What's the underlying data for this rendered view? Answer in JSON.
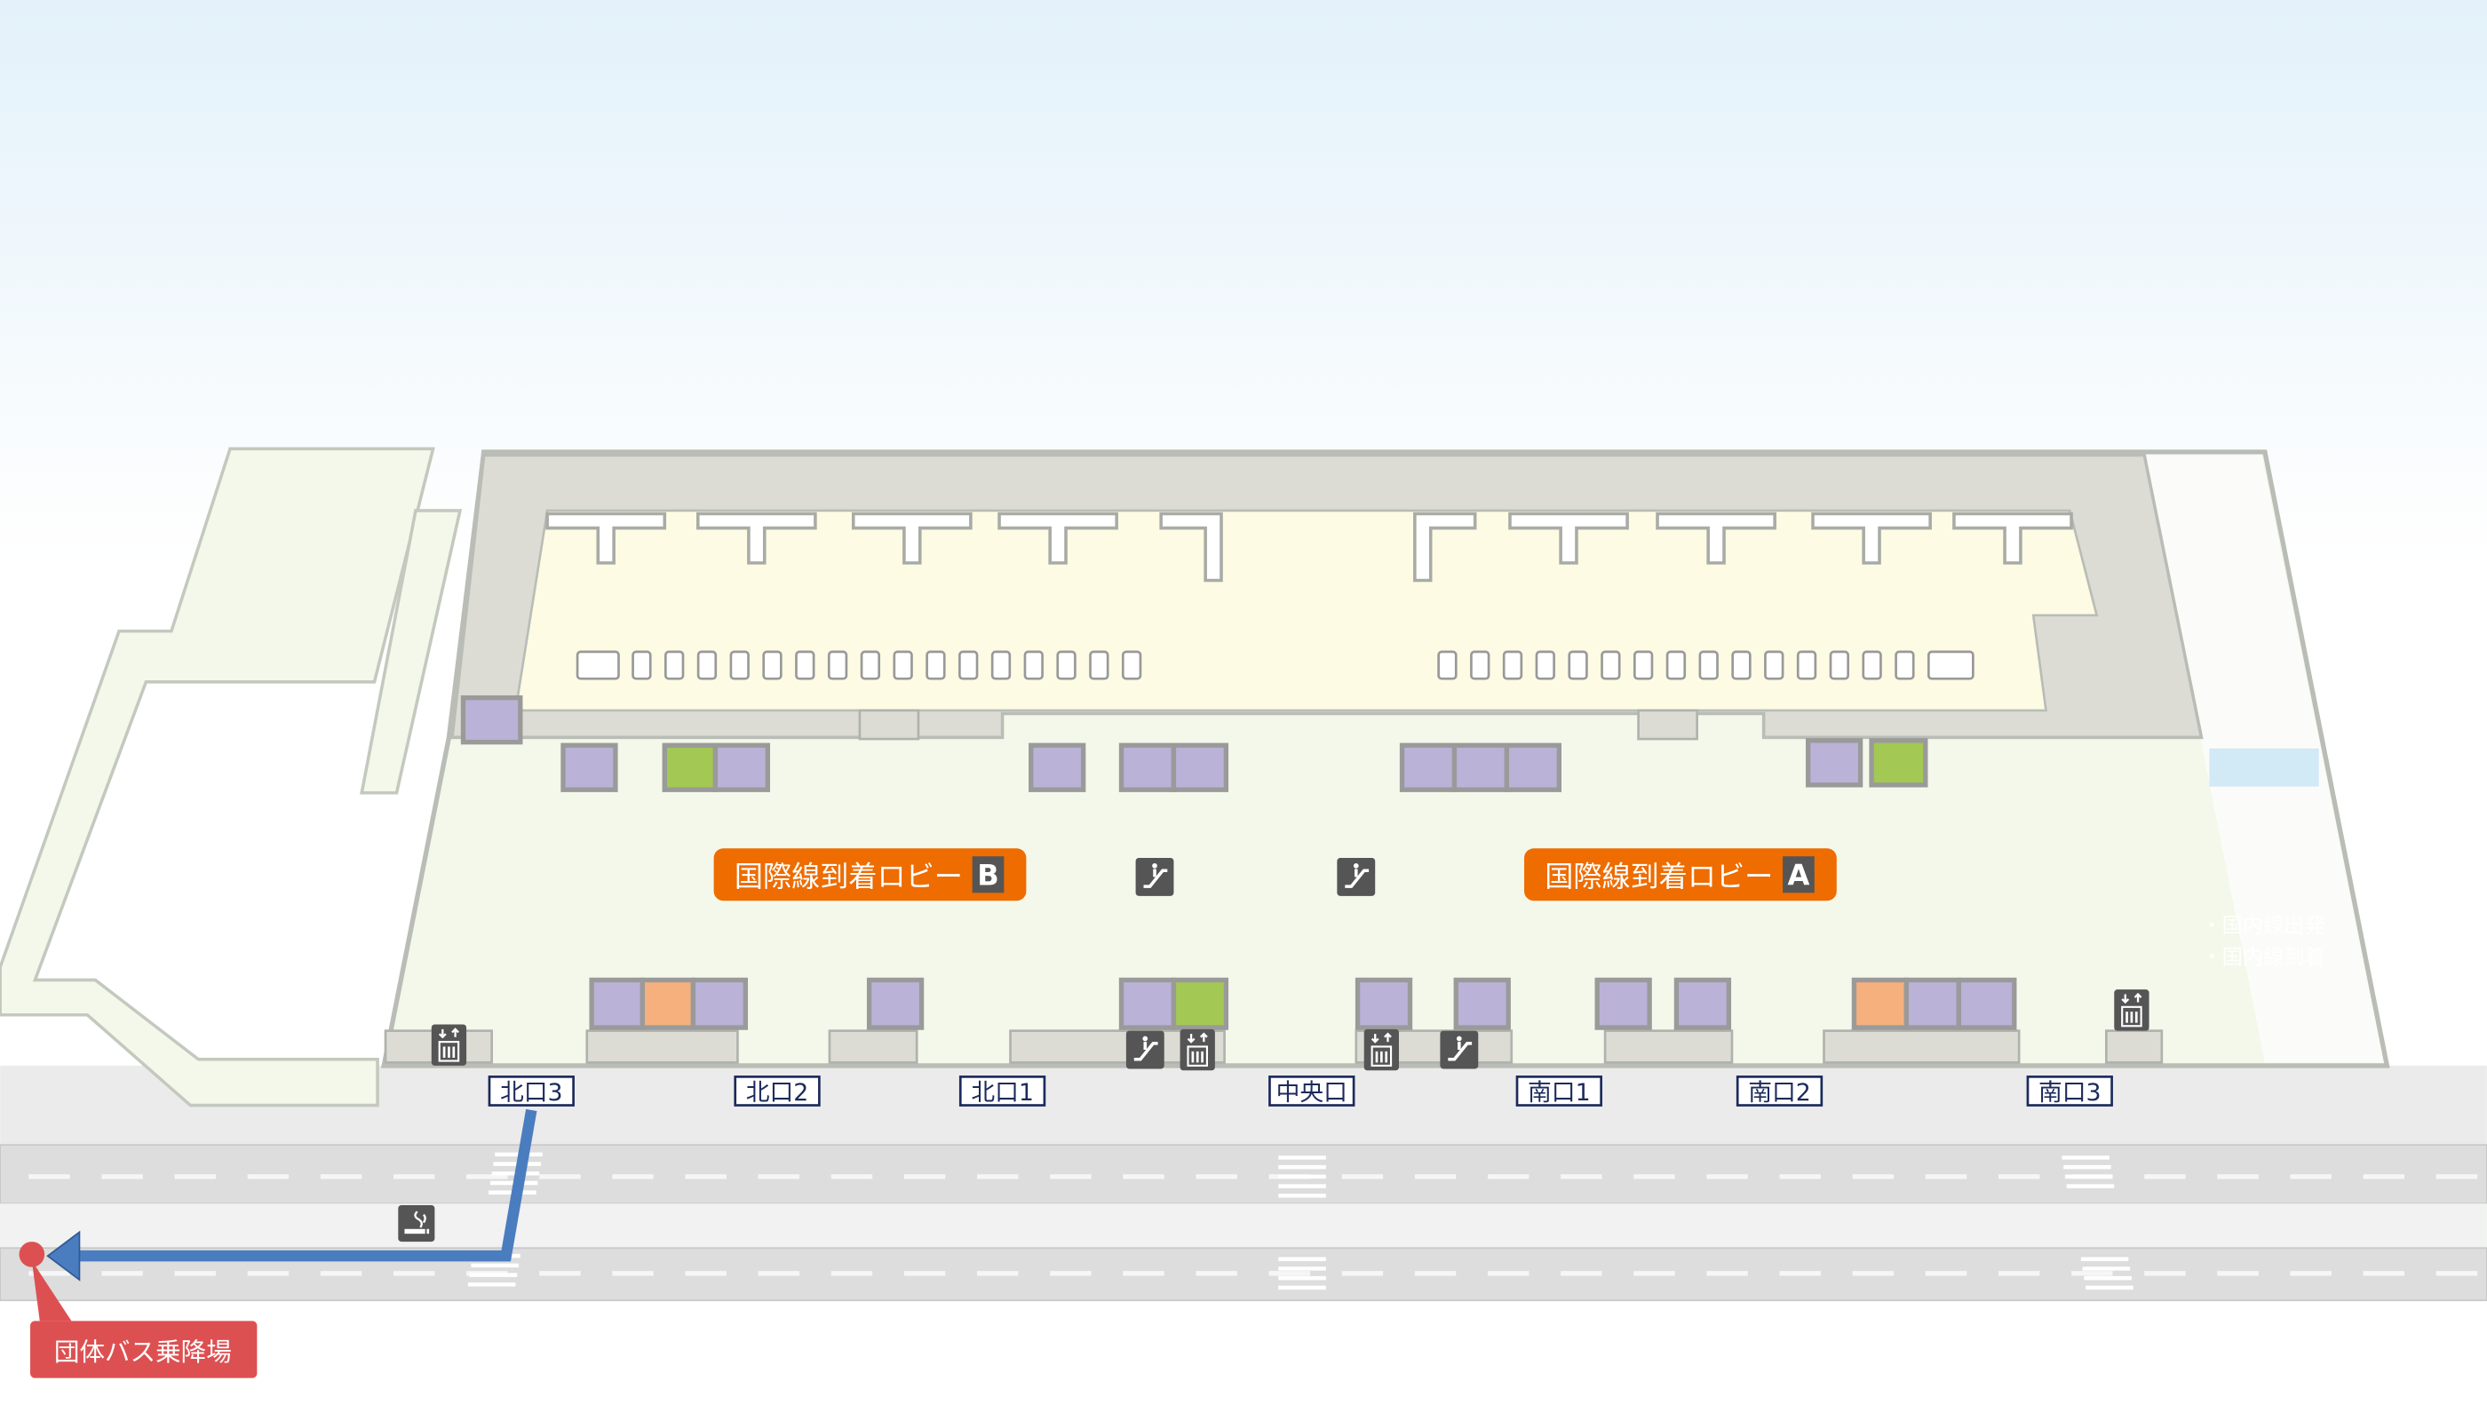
{
  "lobbies": [
    {
      "label": "国際線到着ロビー",
      "letter": "B"
    },
    {
      "label": "国際線到着ロビー",
      "letter": "A"
    }
  ],
  "exits": [
    "北口3",
    "北口2",
    "北口1",
    "中央口",
    "南口1",
    "南口2",
    "南口3"
  ],
  "bus_stop": {
    "label": "団体バス乗降場"
  },
  "legend": [
    "・国内線出発",
    "・国内線到着"
  ],
  "colors": {
    "lobby_badge": "#ee6c00",
    "route": "#4a7dc0",
    "bus_stop": "#dd5052",
    "counter_purple": "#bbb2d8",
    "counter_green": "#a3c853",
    "counter_orange": "#f5b07e",
    "floor": "#f3f8ea",
    "gate_area": "#fdfbe3",
    "icon_bg": "#555555"
  },
  "icons": [
    "escalator-icon",
    "elevator-icon",
    "smoking-area-icon"
  ]
}
